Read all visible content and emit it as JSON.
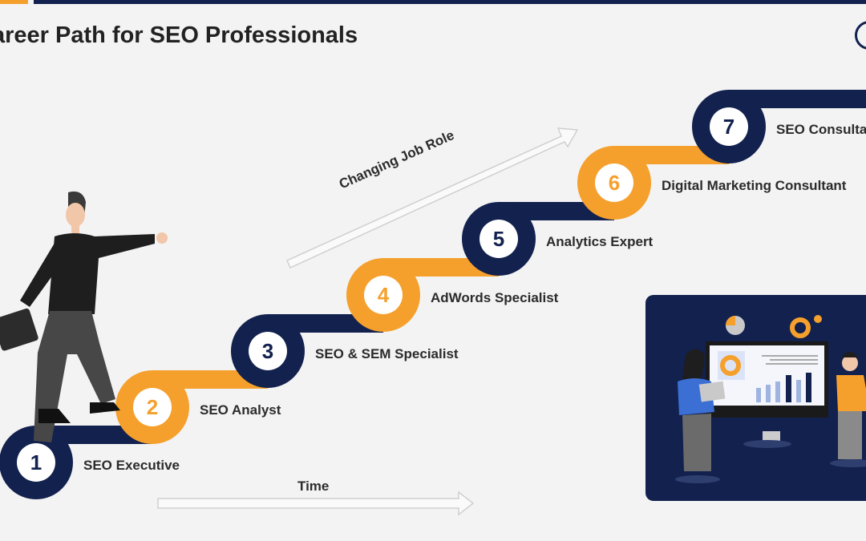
{
  "title": "areer Path for SEO Professionals",
  "colors": {
    "navy": "#12214e",
    "orange": "#f5a02c"
  },
  "steps": [
    {
      "number": "1",
      "label": "SEO Executive",
      "color": "navy"
    },
    {
      "number": "2",
      "label": "SEO Analyst",
      "color": "orange"
    },
    {
      "number": "3",
      "label": "SEO & SEM Specialist",
      "color": "navy"
    },
    {
      "number": "4",
      "label": "AdWords Specialist",
      "color": "orange"
    },
    {
      "number": "5",
      "label": "Analytics Expert",
      "color": "navy"
    },
    {
      "number": "6",
      "label": "Digital Marketing Consultant",
      "color": "orange"
    },
    {
      "number": "7",
      "label": "SEO Consultant",
      "color": "navy"
    }
  ],
  "arrows": {
    "diagonal_label": "Changing Job Role",
    "horizontal_label": "Time"
  },
  "icons": {
    "person": "businessman-climbing-icon",
    "illustration": "team-analytics-presentation-icon"
  }
}
